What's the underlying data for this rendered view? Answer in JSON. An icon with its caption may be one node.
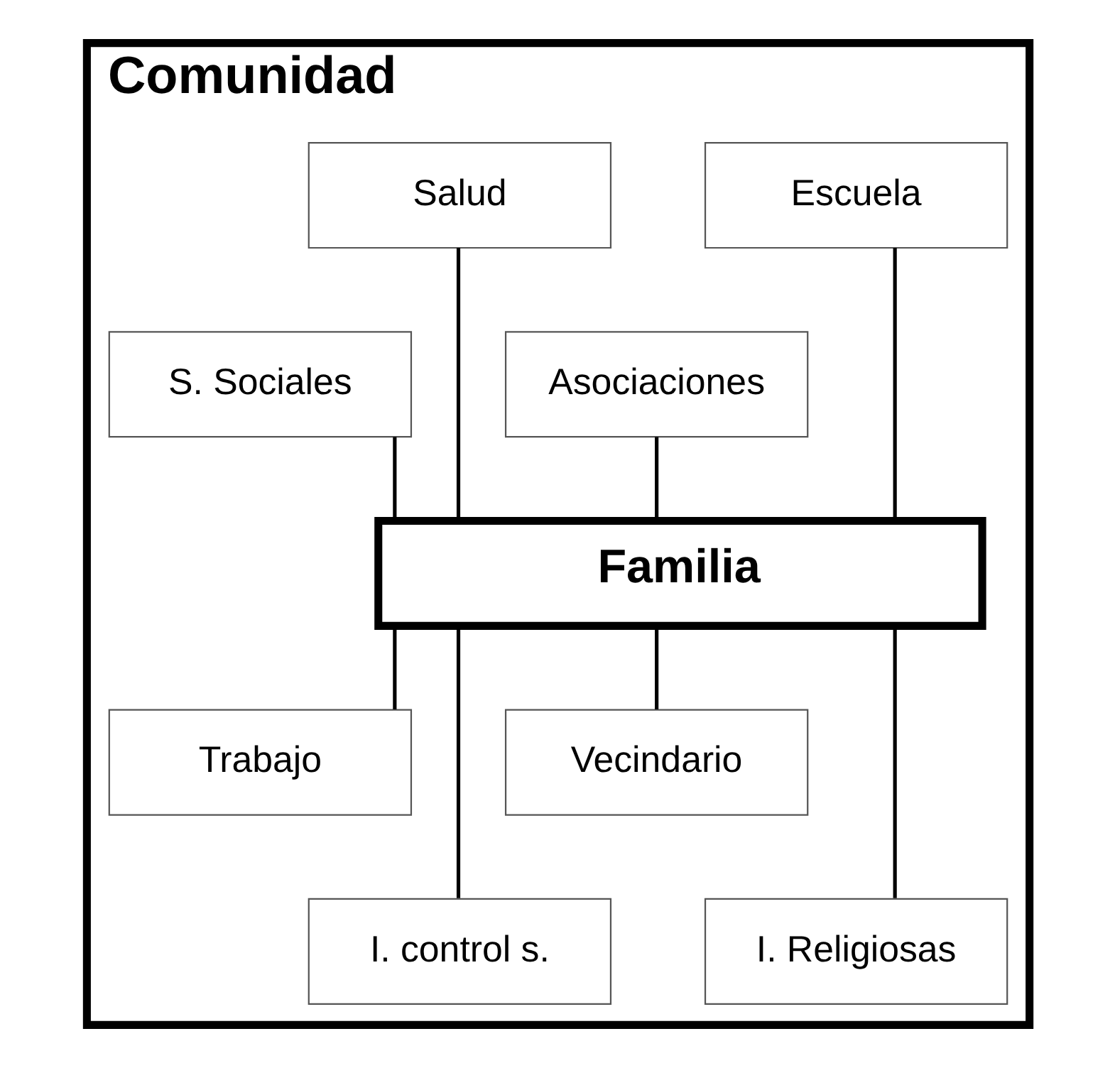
{
  "diagram": {
    "nodes": [
      {
        "text": [
          "Comunidad"
        ]
      },
      {
        "text": [
          "Escuela"
        ],
        "in": 0
      },
      {
        "text": [
          "Salud"
        ],
        "in": 0
      },
      {
        "text": [
          "Asociaciones"
        ],
        "in": 0
      },
      {
        "text": [
          "S. Sociales"
        ],
        "in": 0
      },
      {
        "text": [
          "Familia"
        ],
        "in": 0
      },
      {
        "text": [
          "Trabajo"
        ],
        "in": 0
      },
      {
        "text": [
          "Vecindario"
        ],
        "in": 0
      },
      {
        "text": [
          "I. control s."
        ],
        "in": 0
      },
      {
        "text": [
          "I. Religiosas"
        ],
        "in": 0
      }
    ],
    "edges": [
      {
        "from": 1,
        "to": 5,
        "arrow": "none"
      },
      {
        "from": 2,
        "to": 5,
        "arrow": "none"
      },
      {
        "from": 3,
        "to": 5,
        "arrow": "none"
      },
      {
        "from": 4,
        "to": 5,
        "arrow": "none"
      },
      {
        "from": 5,
        "to": 6,
        "arrow": "none"
      },
      {
        "from": 5,
        "to": 7,
        "arrow": "none"
      },
      {
        "from": 5,
        "to": 8,
        "arrow": "none"
      },
      {
        "from": 5,
        "to": 9,
        "arrow": "none"
      }
    ]
  }
}
